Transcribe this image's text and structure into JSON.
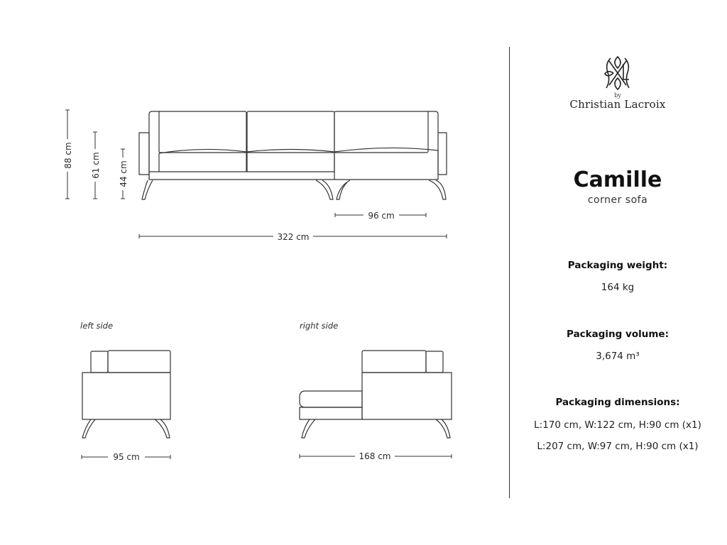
{
  "brand": {
    "monogram": "CXL",
    "by": "by",
    "name": "Christian Lacroix"
  },
  "product": {
    "name": "Camille",
    "type": "corner sofa"
  },
  "specs": {
    "weight_label": "Packaging weight:",
    "weight_value": "164 kg",
    "volume_label": "Packaging volume:",
    "volume_value": "3,674 m³",
    "dimensions_label": "Packaging dimensions:",
    "dimensions": [
      "L:170 cm, W:122 cm, H:90 cm (x1)",
      "L:207 cm, W:97 cm, H:90 cm (x1)"
    ]
  },
  "front_view": {
    "height_total": "88 cm",
    "height_armrest": "61 cm",
    "height_seat": "44 cm",
    "chaise_width": "96 cm",
    "total_width": "322 cm"
  },
  "left_view": {
    "caption": "left side",
    "depth": "95 cm"
  },
  "right_view": {
    "caption": "right side",
    "depth": "168 cm"
  },
  "colors": {
    "line": "#333333",
    "text": "#2b2b2b",
    "background": "#ffffff"
  }
}
